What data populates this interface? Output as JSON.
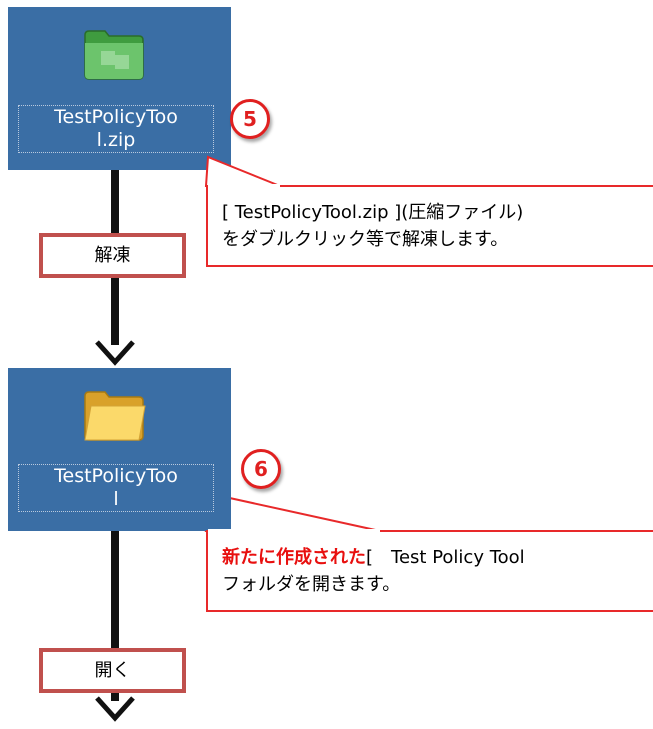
{
  "zip_tile": {
    "icon": "green-zip-folder-icon",
    "label_line1": "TestPolicyToo",
    "label_line2": "l.zip"
  },
  "folder_tile": {
    "icon": "yellow-folder-icon",
    "label_line1": "TestPolicyToo",
    "label_line2": "l"
  },
  "badges": {
    "step5": "5",
    "step6": "6"
  },
  "steps": {
    "extract": "解凍",
    "open": "開く"
  },
  "notes": {
    "note1_line1": "[ TestPolicyTool.zip ](圧縮ファイル)",
    "note1_line2": "をダブルクリック等で解凍します。",
    "note2_highlight": "新たに作成された",
    "note2_line1_rest": "[　Test Policy Tool",
    "note2_line2": "フォルダを開きます。"
  },
  "colors": {
    "tile_bg": "#3a6ea5",
    "accent_red": "#e8292a",
    "step_border": "#c0504d"
  }
}
